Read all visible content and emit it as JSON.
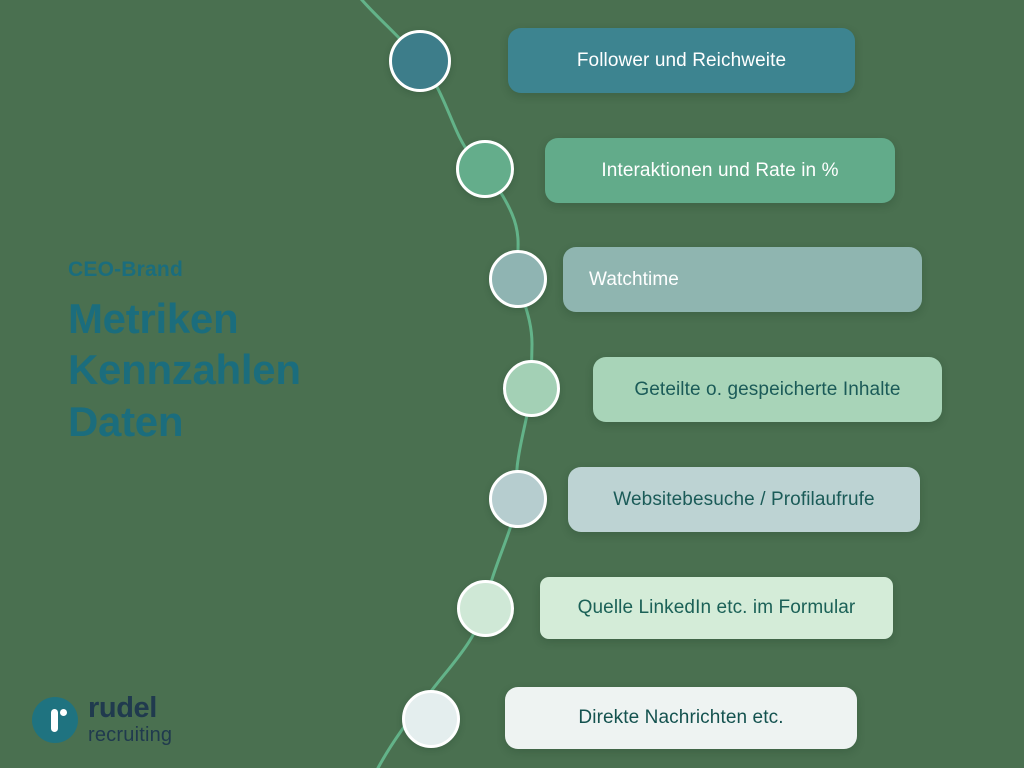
{
  "background_color": "#4a7050",
  "title": {
    "eyebrow": "CEO-Brand",
    "headline_lines": [
      "Metriken",
      "Kennzahlen",
      "Daten"
    ],
    "color": "#1b6d7d"
  },
  "steps": [
    {
      "label": "Follower und Reichweite",
      "chip_bg": "#3d8490",
      "chip_text_color": "#ffffff",
      "node_color": "#3d7d8a",
      "align": "center"
    },
    {
      "label": "Interaktionen und Rate in %",
      "chip_bg": "#62ab8a",
      "chip_text_color": "#ffffff",
      "node_color": "#64ad8b",
      "align": "center"
    },
    {
      "label": "Watchtime",
      "chip_bg": "#8fb5b0",
      "chip_text_color": "#ffffff",
      "node_color": "#8fb4b2",
      "align": "left"
    },
    {
      "label": "Geteilte o. gespeicherte Inhalte",
      "chip_bg": "#a8d4b8",
      "chip_text_color": "#1b5b58",
      "node_color": "#a3d0b5",
      "align": "center"
    },
    {
      "label": "Websitebesuche / Profilaufrufe",
      "chip_bg": "#bdd3d3",
      "chip_text_color": "#1b5b58",
      "node_color": "#b6cdcf",
      "align": "center"
    },
    {
      "label": "Quelle LinkedIn etc. im Formular",
      "chip_bg": "#d4ecd8",
      "chip_text_color": "#1b6157",
      "node_color": "#cfe8d6",
      "align": "center"
    },
    {
      "label": "Direkte Nachrichten etc.",
      "chip_bg": "#eef3f2",
      "chip_text_color": "#14524f",
      "node_color": "#e4eeee",
      "align": "center"
    }
  ],
  "connector": {
    "color": "#63b389",
    "width": 3
  },
  "logo": {
    "mark_letter": "r",
    "mark_color": "#1f7380",
    "word": "rudel",
    "sub": "recruiting",
    "text_color": "#203a4e"
  }
}
